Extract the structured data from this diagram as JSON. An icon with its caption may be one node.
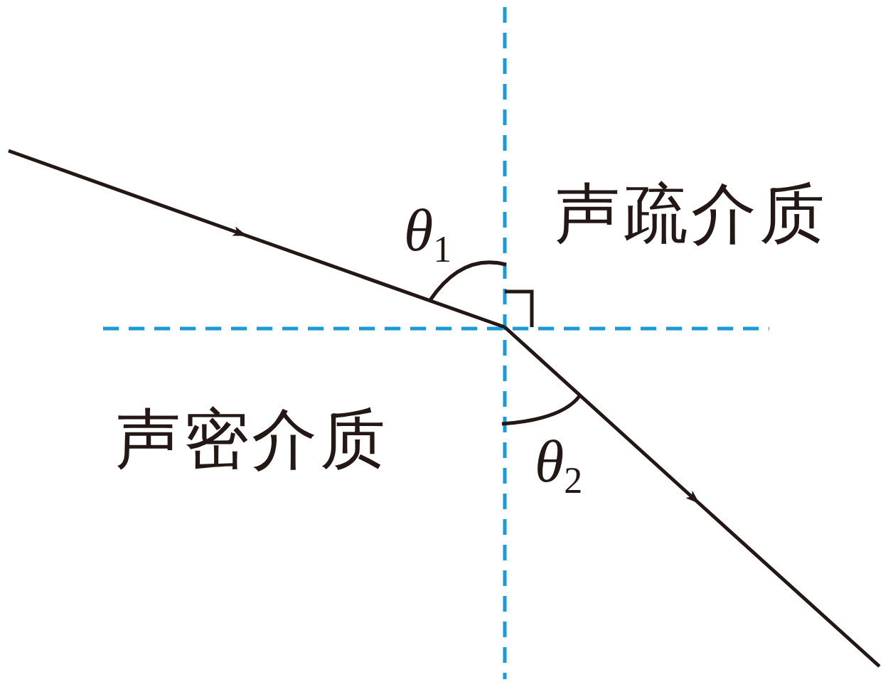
{
  "diagram": {
    "labels": [
      "θ$_{1}$",
      "声疏介质",
      "声密介质",
      "θ$_{2}$"
    ]
  }
}
